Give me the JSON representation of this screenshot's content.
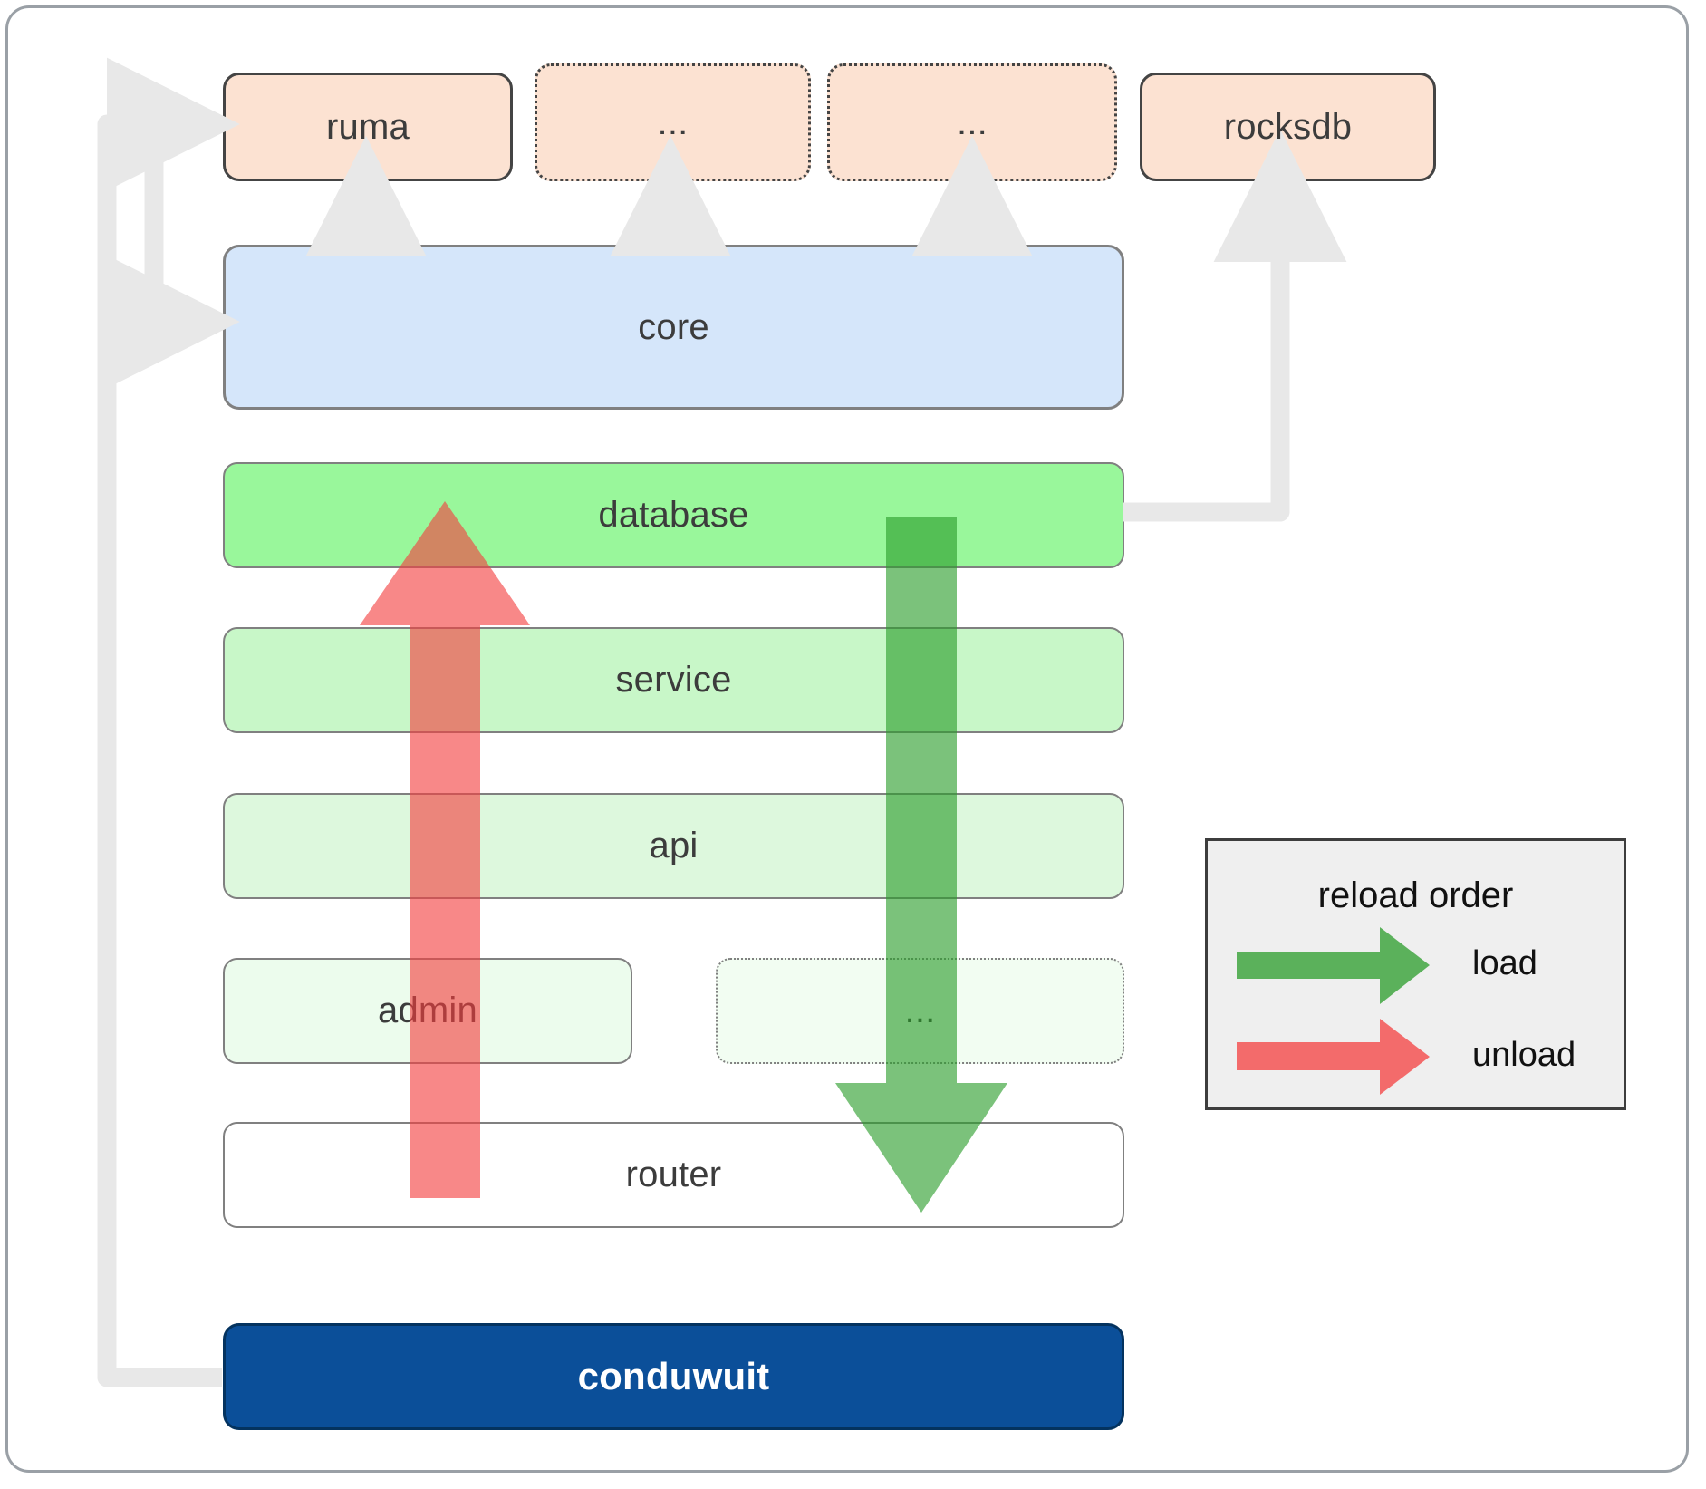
{
  "diagram": {
    "title": "conduwuit crate layering / reload order",
    "type": "architecture-layer-diagram",
    "colors": {
      "dependency_fill": "#fce2d2",
      "dependency_stroke": "#444444",
      "core_fill": "#d5e6fa",
      "core_stroke": "#808080",
      "layer_stroke": "#808080",
      "main_fill": "#0b4f99",
      "main_text": "#ffffff",
      "load_arrow": "#4ca64c",
      "unload_arrow": "#f98080",
      "connector_gray": "#e8e8e8",
      "legend_bg": "#efefef",
      "legend_border": "#3d3d3d",
      "frame_border": "#9aa0a6",
      "label_text": "#3c3c3c"
    }
  },
  "dependencies": [
    {
      "id": "ruma",
      "label": "ruma",
      "style": "solid"
    },
    {
      "id": "dots-1",
      "label": "...",
      "style": "dotted"
    },
    {
      "id": "dots-2",
      "label": "...",
      "style": "dotted"
    },
    {
      "id": "rocksdb",
      "label": "rocksdb",
      "style": "solid"
    }
  ],
  "core": {
    "id": "core",
    "label": "core"
  },
  "layers": [
    {
      "id": "database",
      "label": "database",
      "fill": "#99f79b",
      "style": "solid"
    },
    {
      "id": "service",
      "label": "service",
      "fill": "#c8f7c8",
      "style": "solid"
    },
    {
      "id": "api",
      "label": "api",
      "fill": "#ddf8dd",
      "style": "solid"
    },
    {
      "id": "admin",
      "label": "admin",
      "fill": "#ecfced",
      "style": "solid"
    },
    {
      "id": "layer-dots",
      "label": "...",
      "fill": "#f2fdf2",
      "style": "dotted"
    },
    {
      "id": "router",
      "label": "router",
      "fill": "#ffffff",
      "style": "solid"
    }
  ],
  "main": {
    "id": "conduwuit",
    "label": "conduwuit"
  },
  "legend": {
    "title": "reload order",
    "items": [
      {
        "id": "load",
        "label": "load",
        "color": "#4ca64c"
      },
      {
        "id": "unload",
        "label": "unload",
        "color": "#f98080"
      }
    ]
  }
}
